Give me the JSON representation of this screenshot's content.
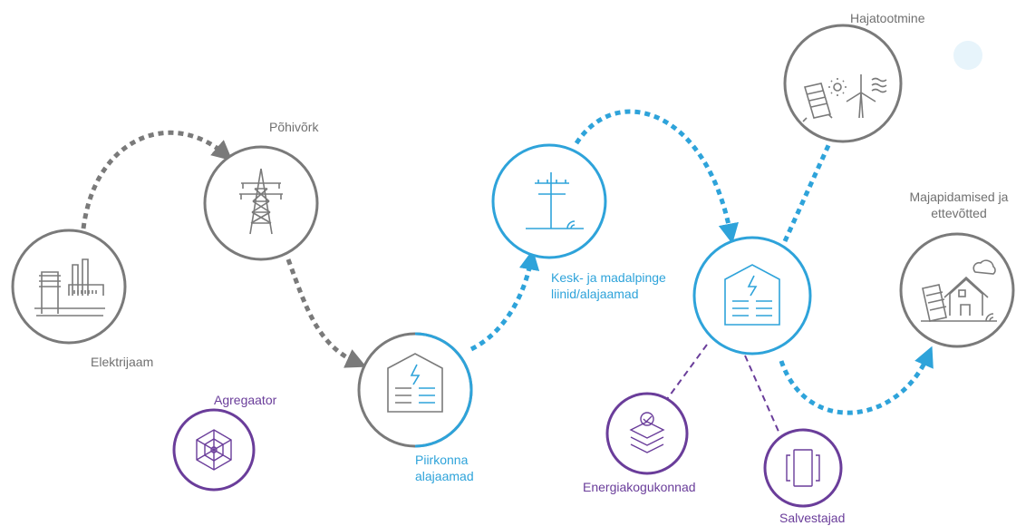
{
  "colors": {
    "grey": "#7a7a7a",
    "blue": "#2ea3da",
    "purple": "#6a3d9a",
    "light_blue_dot": "#e7f4fb"
  },
  "nodes": {
    "elektrijaam": {
      "label": "Elektrijaam",
      "icon": "power-plant-icon"
    },
    "pohivork": {
      "label": "Põhivõrk",
      "icon": "transmission-tower-icon"
    },
    "piirkonna": {
      "label_line1": "Piirkonna",
      "label_line2": "alajaamad",
      "icon": "substation-icon"
    },
    "kesk": {
      "label_line1": "Kesk- ja madalpinge",
      "label_line2": "liinid/alajaamad",
      "icon": "utility-pole-icon"
    },
    "central": {
      "icon": "substation-icon"
    },
    "hajatootmine": {
      "label": "Hajatootmine",
      "icon": "solar-wind-icon"
    },
    "majapidamised": {
      "label_line1": "Majapidamised ja",
      "label_line2": "ettevõtted",
      "icon": "house-icon"
    },
    "agregaator": {
      "label": "Agregaator",
      "icon": "network-icon"
    },
    "energiakogukonnad": {
      "label": "Energiakogukonnad",
      "icon": "layers-icon"
    },
    "salvestajad": {
      "label": "Salvestajad",
      "icon": "storage-icon"
    }
  }
}
